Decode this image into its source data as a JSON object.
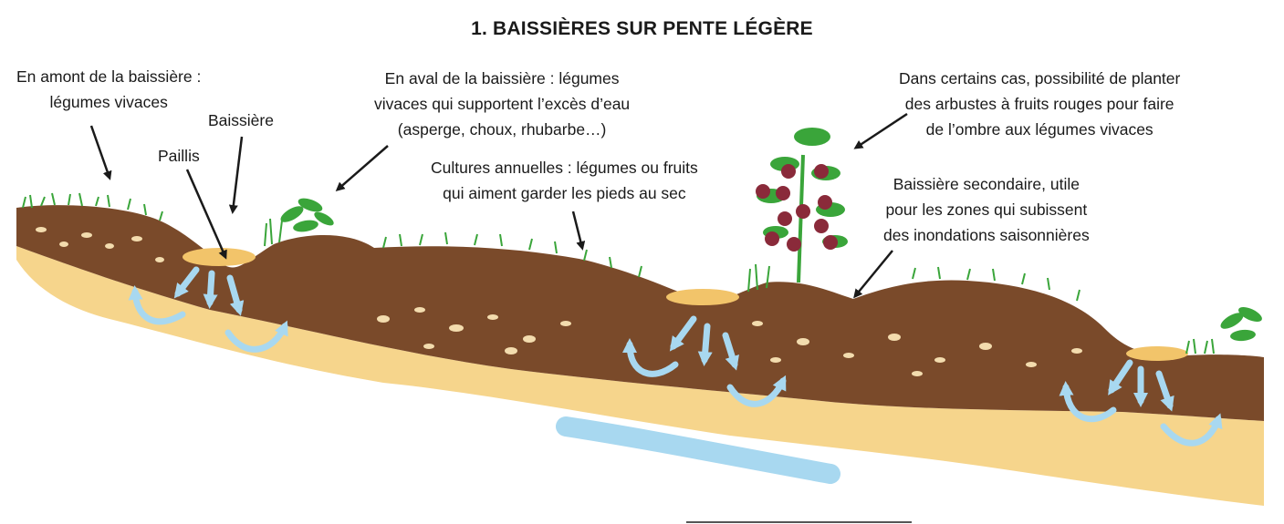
{
  "title": "1. BAISSIÈRES SUR PENTE LÉGÈRE",
  "labels": {
    "amont": [
      "En amont de la baissière :",
      "légumes vivaces"
    ],
    "baissiere": "Baissière",
    "paillis": "Paillis",
    "aval": [
      "En aval de la baissière : légumes",
      "vivaces qui supportent l’excès d’eau",
      "(asperge, choux, rhubarbe…)"
    ],
    "cultures": [
      "Cultures annuelles : légumes ou fruits",
      "qui aiment garder les pieds au sec"
    ],
    "arbustes": [
      "Dans certains cas, possibilité de planter",
      "des arbustes à fruits rouges pour faire",
      "de l’ombre aux légumes vivaces"
    ],
    "secondaire": [
      "Baissière secondaire, utile",
      "pour les zones qui subissent",
      "des inondations saisonnières"
    ]
  },
  "colors": {
    "topsoil": "#7a4a2a",
    "subsoil": "#f6d58c",
    "grass": "#3aa53a",
    "water": "#a8d8f0",
    "mulch": "#f2c46a",
    "berry": "#8a2a3a",
    "stone": "#f3dcae"
  },
  "icons": [
    "leader-arrow",
    "water-flow-arrow",
    "grass-tuft",
    "leafy-plant",
    "berry-shrub",
    "mulch"
  ]
}
